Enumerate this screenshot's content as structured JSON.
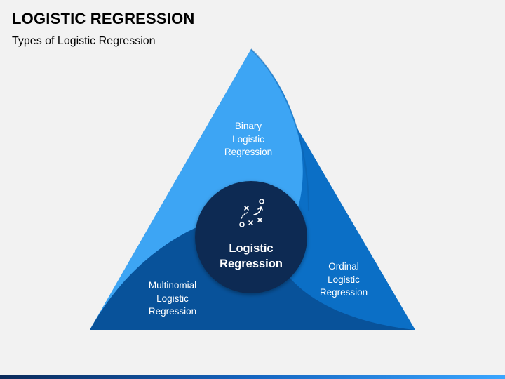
{
  "title": "LOGISTIC REGRESSION",
  "subtitle": "Types of Logistic Regression",
  "center": {
    "line1": "Logistic",
    "line2": "Regression",
    "icon": "strategy-play-icon"
  },
  "segments": [
    {
      "id": "binary",
      "lines": [
        "Binary",
        "Logistic",
        "Regression"
      ],
      "color": "#3da5f4"
    },
    {
      "id": "ordinal",
      "lines": [
        "Ordinal",
        "Logistic",
        "Regression"
      ],
      "color": "#0b6fc6"
    },
    {
      "id": "multinomial",
      "lines": [
        "Multinomial",
        "Logistic",
        "Regression"
      ],
      "color": "#08529a"
    }
  ],
  "colors": {
    "center_circle": "#0d2c52",
    "background": "#f2f2f2"
  }
}
